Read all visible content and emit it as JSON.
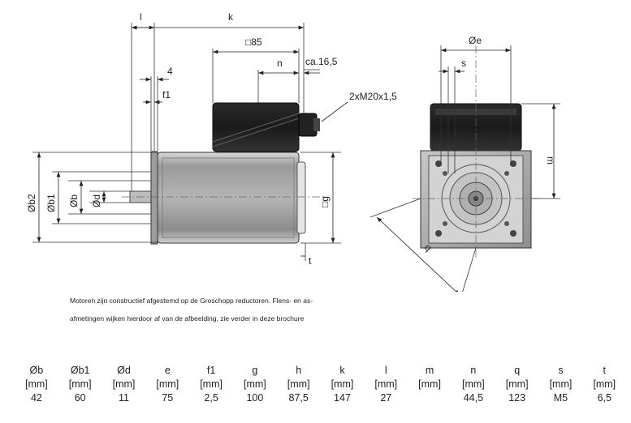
{
  "labels": {
    "l": "l",
    "k": "k",
    "sq85": "□85",
    "n": "n",
    "ca": "ca.16,5",
    "four": "4",
    "f1": "f1",
    "m20": "2xM20x1,5",
    "b2": "Øb2",
    "b1": "Øb1",
    "b": "Øb",
    "d": "Ød",
    "g": "□g",
    "t": "t",
    "e": "Øe",
    "s": "s",
    "m": "m",
    "q": "q"
  },
  "note": {
    "line1": "Motoren zijn constructief afgestemd op de Groschopp reductoren. Flens- en as-",
    "line2": "afmetingen wijken hierdoor af van de afbeelding, zie verder in deze brochure"
  },
  "table": {
    "headers": [
      "Øb",
      "Øb1",
      "Ød",
      "e",
      "f1",
      "g",
      "h",
      "k",
      "l",
      "m",
      "n",
      "q",
      "s",
      "t"
    ],
    "units": [
      "[mm]",
      "[mm]",
      "[mm]",
      "[mm]",
      "[mm]",
      "[mm]",
      "[mm]",
      "[mm]",
      "[mm]",
      "[mm]",
      "[mm]",
      "[mm]",
      "[mm]",
      "[mm]"
    ],
    "values": [
      "42",
      "60",
      "11",
      "75",
      "2,5",
      "100",
      "87,5",
      "147",
      "27",
      "",
      "44,5",
      "123",
      "M5",
      "6,5"
    ]
  }
}
